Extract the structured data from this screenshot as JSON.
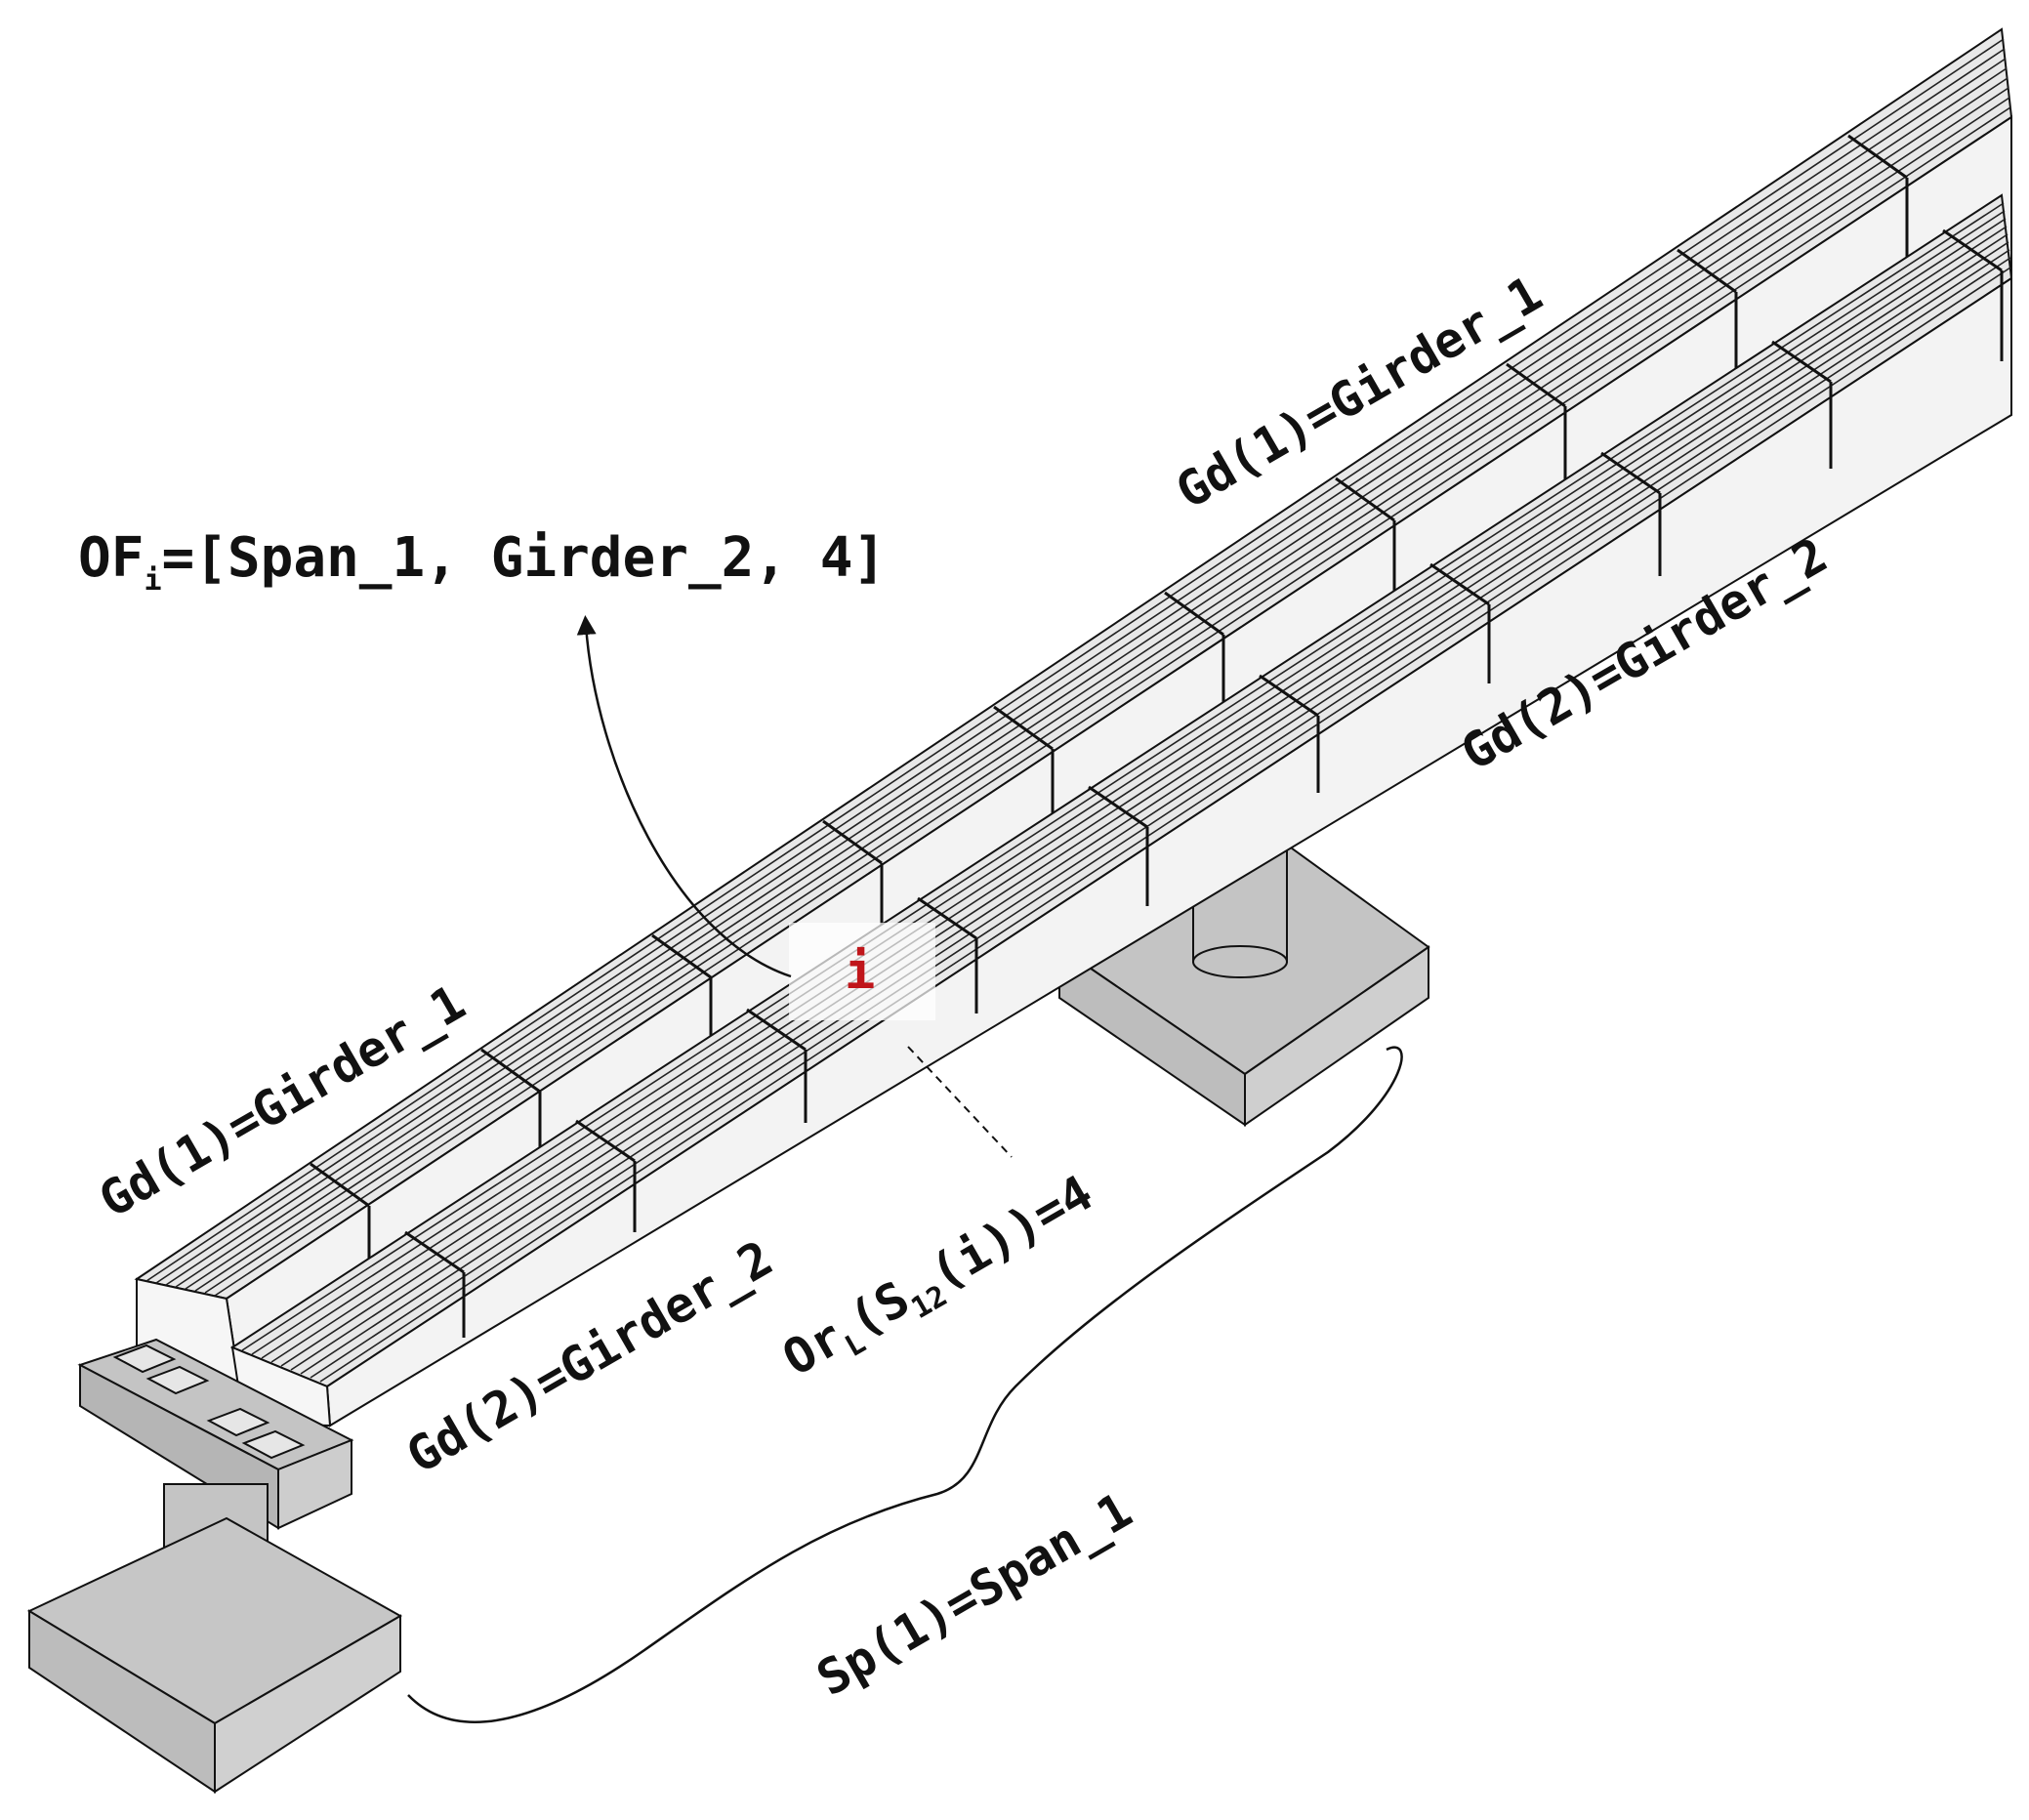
{
  "formula": {
    "main": "OF",
    "subscript": "i",
    "value": "=[Span_1, Girder_2, 4]"
  },
  "labels": {
    "gd1_far": "Gd(1)=Girder_1",
    "gd2_far": "Gd(2)=Girder_2",
    "gd1_near": "Gd(1)=Girder_1",
    "gd2_near": "Gd(2)=Girder_2",
    "or_prefix": "Or",
    "or_sub_l": "L",
    "or_mid": "(S",
    "or_sub_12": "12",
    "or_suffix": "(i))=4",
    "span": "Sp(1)=Span_1"
  },
  "marker": {
    "text": "i"
  },
  "colors": {
    "concrete": "#c4c4c4",
    "concrete_dark": "#a9a9a9",
    "girder_face": "#f2f2f2",
    "girder_top": "#e4e4e4",
    "line": "#111111",
    "marker": "#c0161b"
  }
}
